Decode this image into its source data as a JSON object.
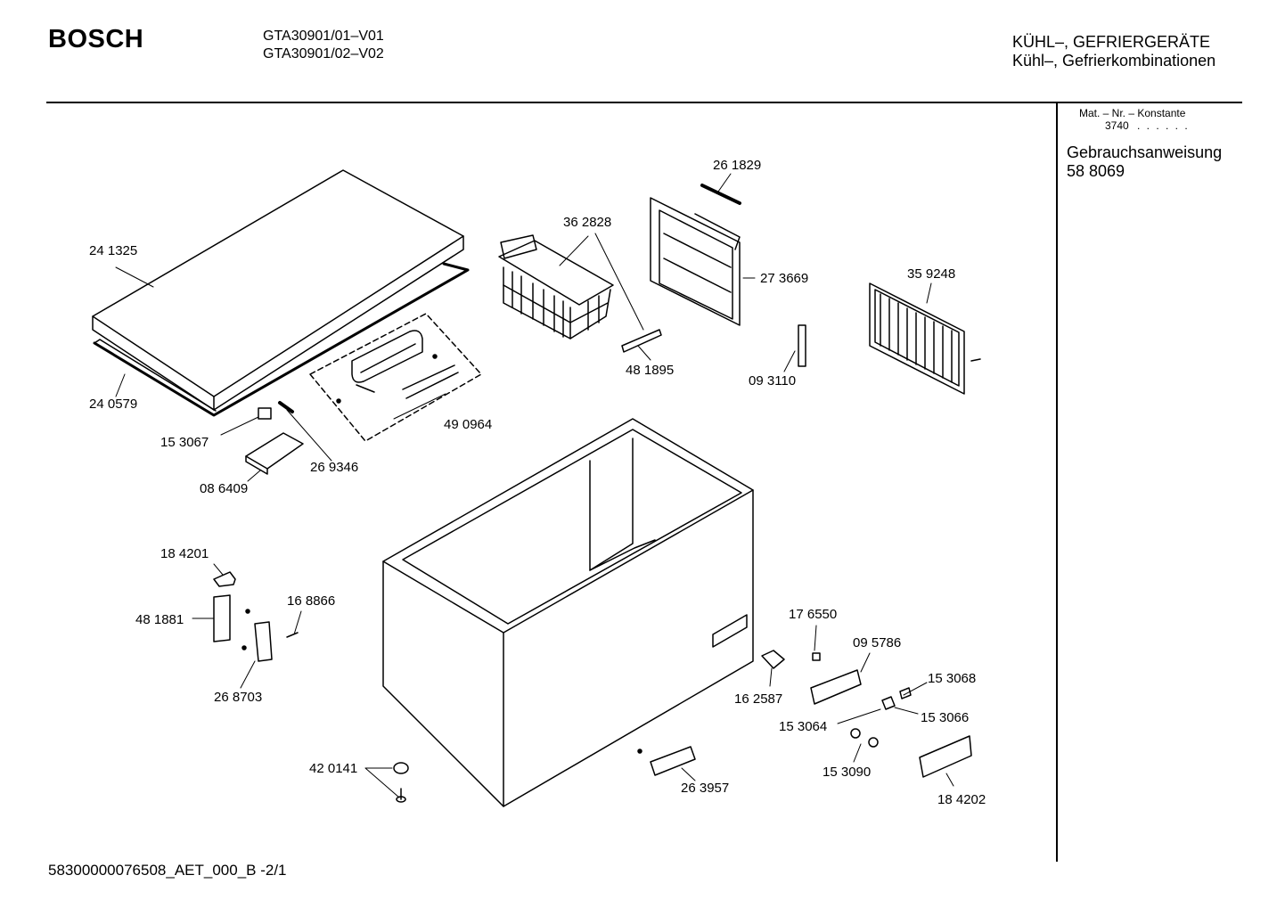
{
  "header": {
    "brand": "BOSCH",
    "models": [
      "GTA30901/01–V01",
      "GTA30901/02–V02"
    ],
    "category": "KÜHL–, GEFRIERGERÄTE",
    "subcategory": "Kühl–, Gefrierkombinationen"
  },
  "sidebar": {
    "mat_label": "Mat. – Nr. – Konstante",
    "mat_value": "3740",
    "mat_dots": ". . . . . .",
    "manual_title": "Gebrauchsanweisung",
    "manual_number": "58 8069"
  },
  "parts": [
    "24  1325",
    "24  0579",
    "15  3067",
    "08  6409",
    "26 9346",
    "49 0964",
    "36 2828",
    "48 1895",
    "26 1829",
    "27 3669",
    "09 3110",
    "35 9248",
    "18 4201",
    "48 1881",
    "16 8866",
    "26 8703",
    "42 0141",
    "26 3957",
    "17 6550",
    "09 5786",
    "16 2587",
    "15 3068",
    "15 3064",
    "15 3066",
    "15 3090",
    "18 4202"
  ],
  "footer": {
    "doc_id": "58300000076508_AET_000_B  -2/1"
  }
}
